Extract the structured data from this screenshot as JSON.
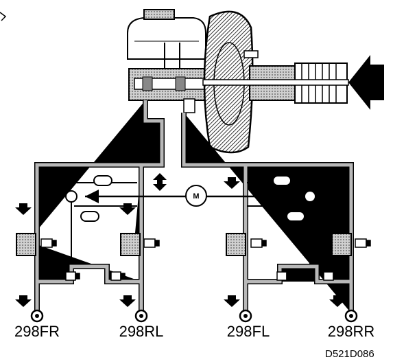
{
  "wheels": [
    {
      "id": "FR",
      "label": "298FR"
    },
    {
      "id": "RL",
      "label": "298RL"
    },
    {
      "id": "FL",
      "label": "298FL"
    },
    {
      "id": "RR",
      "label": "298RR"
    }
  ],
  "motor": {
    "label": "M"
  },
  "reference": "D521D086"
}
